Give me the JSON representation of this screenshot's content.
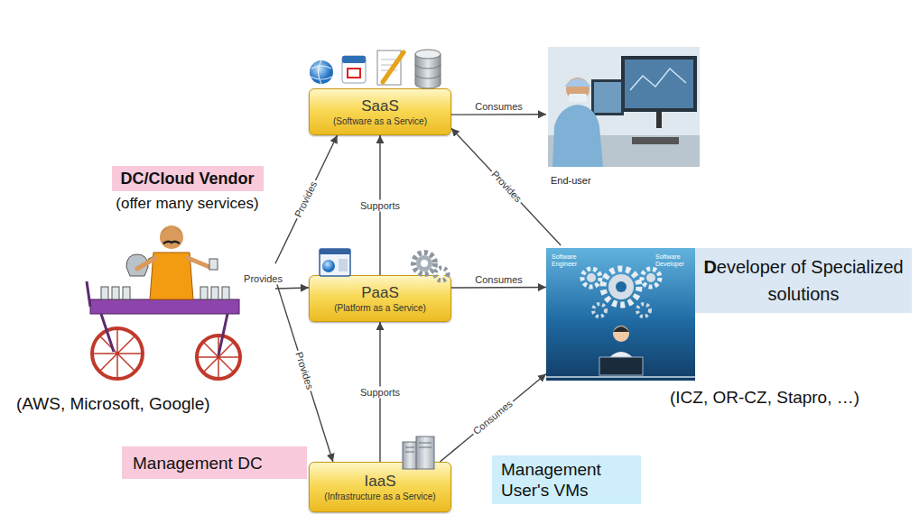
{
  "diagram": {
    "nodes": [
      {
        "text": [
          "SaaS",
          "(Software as a Service)"
        ]
      },
      {
        "text": [
          "End-user"
        ]
      },
      {
        "text": [
          "DC/Cloud Vendor",
          "(offer many services)"
        ]
      },
      {
        "text": [
          "PaaS",
          "(Platform as a Service)"
        ]
      },
      {
        "text": [
          "Developer of Specialized solutions"
        ]
      },
      {
        "text": [
          "Management DC"
        ]
      },
      {
        "text": [
          "IaaS",
          "(Infrastructure as a Service)"
        ]
      },
      {
        "text": [
          "Management User's VMs"
        ]
      }
    ],
    "edges": [
      {
        "from": 2,
        "to": 0,
        "label": "Provides",
        "arrow": "to"
      },
      {
        "from": 0,
        "to": 1,
        "label": "Consumes",
        "arrow": "to"
      },
      {
        "from": 3,
        "to": 0,
        "label": "Supports",
        "arrow": "to"
      },
      {
        "from": 4,
        "to": 0,
        "label": "Provides",
        "arrow": "to"
      },
      {
        "from": 2,
        "to": 3,
        "label": "Provides",
        "arrow": "to"
      },
      {
        "from": 3,
        "to": 4,
        "label": "Consumes",
        "arrow": "to"
      },
      {
        "from": 6,
        "to": 3,
        "label": "Supports",
        "arrow": "to"
      },
      {
        "from": 2,
        "to": 6,
        "label": "Provides",
        "arrow": "to"
      },
      {
        "from": 6,
        "to": 4,
        "label": "Consumes",
        "arrow": "to"
      }
    ],
    "labels": [
      "(AWS, Microsoft, Google)",
      "(ICZ, OR-CZ, Stapro, …)",
      "Software Engineer",
      "Software Developer"
    ]
  }
}
